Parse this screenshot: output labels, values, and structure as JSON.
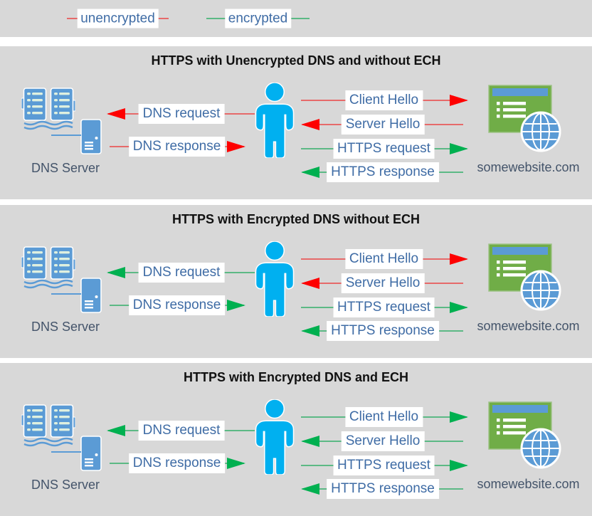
{
  "legend": {
    "items": [
      {
        "label": "unencrypted",
        "encrypted": false
      },
      {
        "label": "encrypted",
        "encrypted": true
      }
    ]
  },
  "panels": [
    {
      "title": "HTTPS with Unencrypted DNS and without ECH",
      "dns_server_label": "DNS Server",
      "website_label": "somewebsite.com",
      "arrows": [
        {
          "name": "client-hello",
          "label": "Client Hello",
          "direction": "right",
          "encrypted": false
        },
        {
          "name": "dns-request",
          "label": "DNS request",
          "direction": "left",
          "encrypted": false
        },
        {
          "name": "server-hello",
          "label": "Server Hello",
          "direction": "left",
          "encrypted": false
        },
        {
          "name": "dns-response",
          "label": "DNS response",
          "direction": "right",
          "encrypted": false
        },
        {
          "name": "https-request",
          "label": "HTTPS request",
          "direction": "right",
          "encrypted": true
        },
        {
          "name": "https-response",
          "label": "HTTPS response",
          "direction": "left",
          "encrypted": true
        }
      ]
    },
    {
      "title": "HTTPS with Encrypted DNS without ECH",
      "dns_server_label": "DNS Server",
      "website_label": "somewebsite.com",
      "arrows": [
        {
          "name": "client-hello",
          "label": "Client Hello",
          "direction": "right",
          "encrypted": false
        },
        {
          "name": "dns-request",
          "label": "DNS request",
          "direction": "left",
          "encrypted": true
        },
        {
          "name": "server-hello",
          "label": "Server Hello",
          "direction": "left",
          "encrypted": false
        },
        {
          "name": "dns-response",
          "label": "DNS response",
          "direction": "right",
          "encrypted": true
        },
        {
          "name": "https-request",
          "label": "HTTPS request",
          "direction": "right",
          "encrypted": true
        },
        {
          "name": "https-response",
          "label": "HTTPS response",
          "direction": "left",
          "encrypted": true
        }
      ]
    },
    {
      "title": "HTTPS with Encrypted DNS and ECH",
      "dns_server_label": "DNS Server",
      "website_label": "somewebsite.com",
      "arrows": [
        {
          "name": "client-hello",
          "label": "Client Hello",
          "direction": "right",
          "encrypted": true
        },
        {
          "name": "dns-request",
          "label": "DNS request",
          "direction": "left",
          "encrypted": true
        },
        {
          "name": "server-hello",
          "label": "Server Hello",
          "direction": "left",
          "encrypted": true
        },
        {
          "name": "dns-response",
          "label": "DNS response",
          "direction": "right",
          "encrypted": true
        },
        {
          "name": "https-request",
          "label": "HTTPS request",
          "direction": "right",
          "encrypted": true
        },
        {
          "name": "https-response",
          "label": "HTTPS response",
          "direction": "left",
          "encrypted": true
        }
      ]
    }
  ],
  "colors": {
    "encrypted": "#00b050",
    "encrypted_line": "#5cb985",
    "unencrypted": "#fe0000",
    "unencrypted_line": "#e66a6a",
    "panel_bg": "#d8d8d8",
    "arrow_label_text": "#3f6ca5",
    "caption_text": "#44546a",
    "icon_blue": "#5b9bd5",
    "person_blue": "#00b0f0",
    "website_green": "#70ad47"
  }
}
